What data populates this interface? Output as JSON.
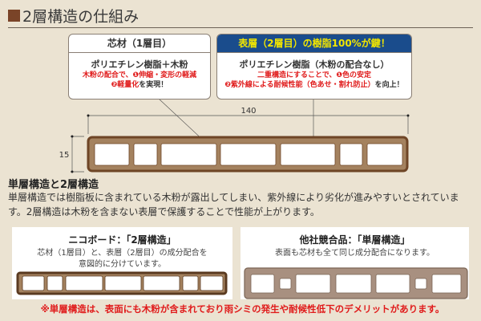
{
  "title": "2層構造の仕組み",
  "core_box": {
    "header": "芯材（1層目）",
    "main": "ポリエチレン樹脂＋木粉",
    "line1": "木粉の配合で、❶伸縮・変形の軽減",
    "line2_red": "❷軽量化",
    "line2_rest": "を実現！"
  },
  "surface_box": {
    "header": "表層（2層目）の樹脂100%が鍵！",
    "main": "ポリエチレン樹脂（木粉の配合なし）",
    "line1": "二重構造にすることで、❶色の安定",
    "line2_red": "❷紫外線による耐候性能（色あせ・割れ防止）",
    "line2_rest": "を向上！"
  },
  "dimensions": {
    "width": "140",
    "height": "15"
  },
  "section": {
    "heading": "単層構造と2層構造",
    "body": "単層構造では樹脂板に含まれている木粉が露出してしまい、紫外線により劣化が進みやすいとされています。2層構造は木粉を含まない表層で保護することで性能が上がります。"
  },
  "niko": {
    "title": "ニコボード：「2層構造」",
    "desc1": "芯材（1層目）と、表層（2層目）の成分配合を",
    "desc2": "意図的に分けています。"
  },
  "other": {
    "title": "他社競合品：「単層構造」",
    "desc": "表面も芯材も全て同じ成分配合になります。"
  },
  "note": "※単層構造は、表面にも木粉が含まれており雨シミの発生や耐候性低下のデメリットがあります。",
  "colors": {
    "background": "#ebe3d2",
    "board_outer": "#6e4526",
    "board_core": "#a4825f",
    "header_blue": "#1a4c8c",
    "header_yellow": "#f2e600",
    "accent_red": "#e01b1b"
  }
}
